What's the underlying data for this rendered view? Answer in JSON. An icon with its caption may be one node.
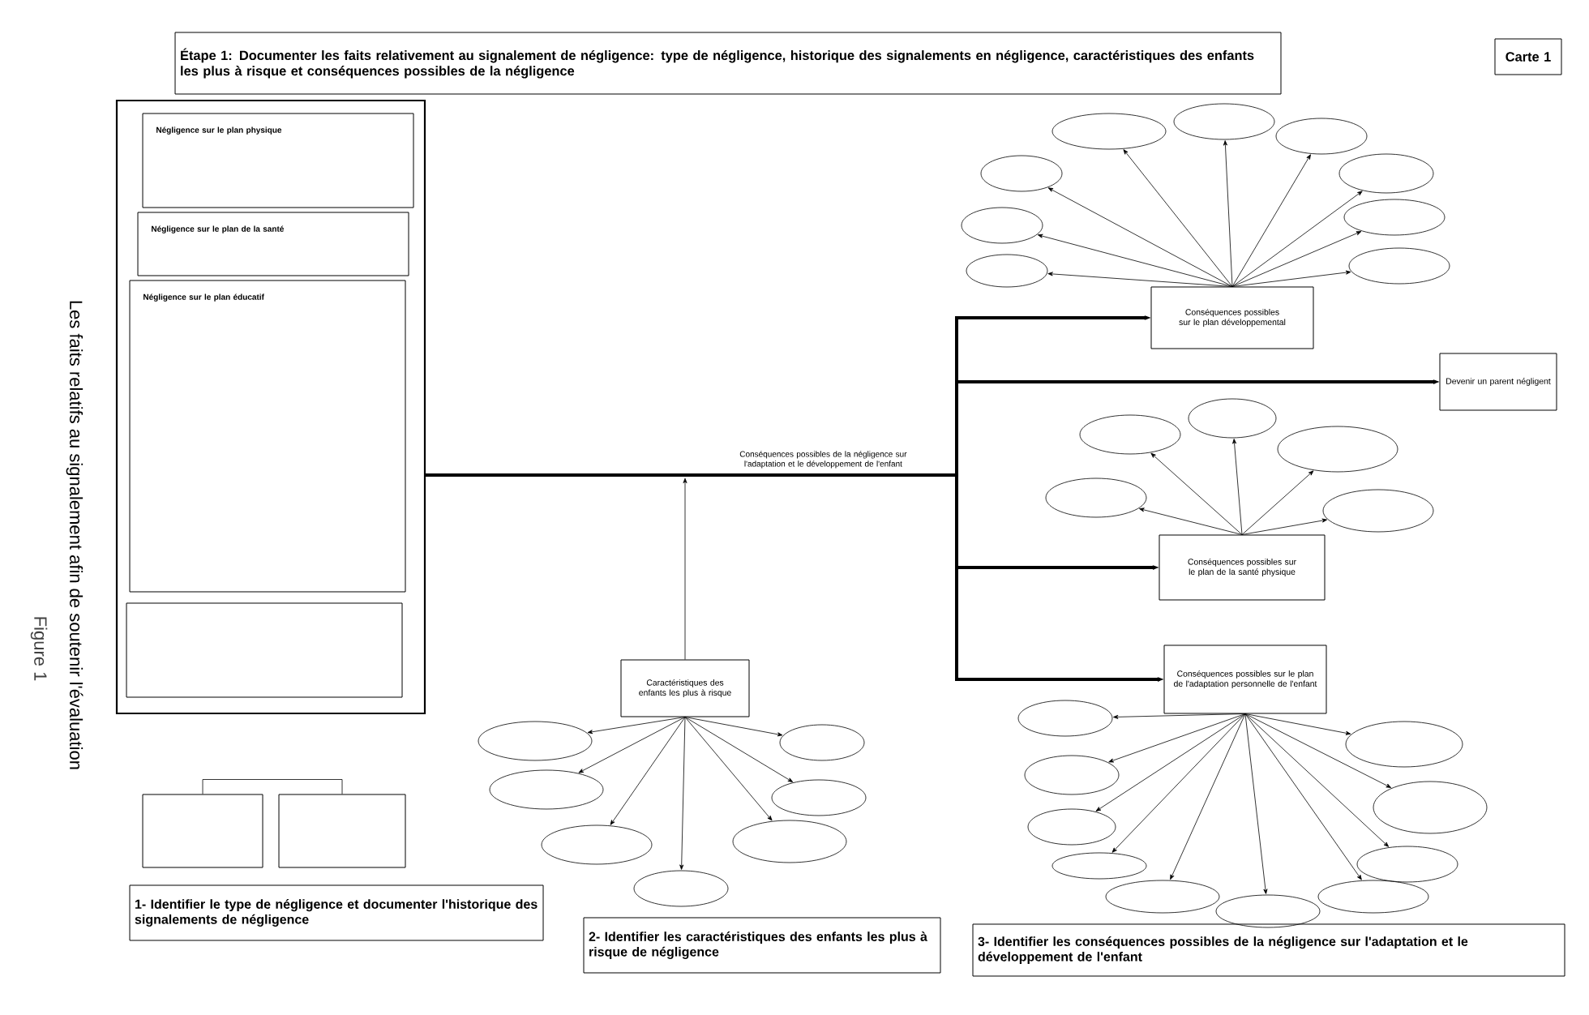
{
  "diagram": {
    "caption": "Figure 1",
    "nodes": [
      {
        "text": [
          "Étape 1: Documenter les faits relativement au signalement de négligence: type de négligence, historique des signalements en négligence, caractéristiques des enfants les plus à risque et conséquences possibles de la négligence"
        ]
      },
      {
        "text": [
          "Carte 1"
        ]
      },
      {
        "text": [],
        "shape": "box"
      },
      {
        "text": [
          "Négligence sur le plan physique"
        ],
        "in": 2
      },
      {
        "text": [
          "Négligence sur le plan de la santé"
        ],
        "in": 2
      },
      {
        "text": [
          "Négligence sur le plan éducatif"
        ],
        "in": 2
      },
      {
        "text": [],
        "shape": "box",
        "in": 2
      },
      {
        "text": [],
        "shape": "box"
      },
      {
        "text": [],
        "shape": "box"
      },
      {
        "text": [
          "1- Identifier le type de négligence et documenter l'historique des signalements de négligence"
        ]
      },
      {
        "text": [
          "Caractéristiques des enfants les plus à risque"
        ]
      },
      {
        "text": [],
        "shape": "ellipse"
      },
      {
        "text": [],
        "shape": "ellipse"
      },
      {
        "text": [],
        "shape": "ellipse"
      },
      {
        "text": [],
        "shape": "ellipse"
      },
      {
        "text": [],
        "shape": "ellipse"
      },
      {
        "text": [],
        "shape": "ellipse"
      },
      {
        "text": [],
        "shape": "ellipse"
      },
      {
        "text": [
          "Conséquences possibles sur le plan développemental"
        ]
      },
      {
        "text": [],
        "shape": "ellipse"
      },
      {
        "text": [],
        "shape": "ellipse"
      },
      {
        "text": [],
        "shape": "ellipse"
      },
      {
        "text": [],
        "shape": "ellipse"
      },
      {
        "text": [],
        "shape": "ellipse"
      },
      {
        "text": [],
        "shape": "ellipse"
      },
      {
        "text": [],
        "shape": "ellipse"
      },
      {
        "text": [],
        "shape": "ellipse"
      },
      {
        "text": [],
        "shape": "ellipse"
      },
      {
        "text": [
          "Devenir un parent négligent"
        ]
      },
      {
        "text": [
          "Conséquences possibles sur le plan de la santé physique"
        ]
      },
      {
        "text": [],
        "shape": "ellipse"
      },
      {
        "text": [],
        "shape": "ellipse"
      },
      {
        "text": [],
        "shape": "ellipse"
      },
      {
        "text": [],
        "shape": "ellipse"
      },
      {
        "text": [],
        "shape": "ellipse"
      },
      {
        "text": [
          "Conséquences possibles sur le plan de l'adaptation personnelle de l'enfant"
        ]
      },
      {
        "text": [],
        "shape": "ellipse"
      },
      {
        "text": [],
        "shape": "ellipse"
      },
      {
        "text": [],
        "shape": "ellipse"
      },
      {
        "text": [],
        "shape": "ellipse"
      },
      {
        "text": [],
        "shape": "ellipse"
      },
      {
        "text": [],
        "shape": "ellipse"
      },
      {
        "text": [],
        "shape": "ellipse"
      },
      {
        "text": [],
        "shape": "ellipse"
      },
      {
        "text": [],
        "shape": "ellipse"
      },
      {
        "text": [],
        "shape": "ellipse"
      },
      {
        "text": [
          "2- Identifier les caractéristiques des enfants les plus à risque de négligence"
        ]
      },
      {
        "text": [
          "3- Identifier les conséquences possibles de la négligence sur l'adaptation et le développement de l'enfant"
        ]
      }
    ],
    "edges": [
      {
        "from": 2,
        "to": 18,
        "arrow": "to",
        "style": "thick"
      },
      {
        "from": 2,
        "to": 28,
        "arrow": "to",
        "style": "thick"
      },
      {
        "from": 2,
        "to": 29,
        "arrow": "to",
        "style": "thick"
      },
      {
        "from": 2,
        "to": 35,
        "arrow": "to",
        "style": "thick"
      },
      {
        "from": 10,
        "to": null,
        "arrow": "to"
      },
      {
        "from": 7,
        "to": 8,
        "arrow": "none"
      },
      {
        "from": 10,
        "to": 11,
        "arrow": "to"
      },
      {
        "from": 10,
        "to": 12,
        "arrow": "to"
      },
      {
        "from": 10,
        "to": 13,
        "arrow": "to"
      },
      {
        "from": 10,
        "to": 14,
        "arrow": "to"
      },
      {
        "from": 10,
        "to": 15,
        "arrow": "to"
      },
      {
        "from": 10,
        "to": 16,
        "arrow": "to"
      },
      {
        "from": 10,
        "to": 17,
        "arrow": "to"
      },
      {
        "from": 18,
        "to": 19,
        "arrow": "to"
      },
      {
        "from": 18,
        "to": 20,
        "arrow": "to"
      },
      {
        "from": 18,
        "to": 21,
        "arrow": "to"
      },
      {
        "from": 18,
        "to": 22,
        "arrow": "to"
      },
      {
        "from": 18,
        "to": 23,
        "arrow": "to"
      },
      {
        "from": 18,
        "to": 24,
        "arrow": "to"
      },
      {
        "from": 18,
        "to": 25,
        "arrow": "to"
      },
      {
        "from": 18,
        "to": 26,
        "arrow": "to"
      },
      {
        "from": 18,
        "to": 27,
        "arrow": "to"
      },
      {
        "from": 29,
        "to": 30,
        "arrow": "to"
      },
      {
        "from": 29,
        "to": 31,
        "arrow": "to"
      },
      {
        "from": 29,
        "to": 32,
        "arrow": "to"
      },
      {
        "from": 29,
        "to": 33,
        "arrow": "to"
      },
      {
        "from": 29,
        "to": 34,
        "arrow": "to"
      },
      {
        "from": 35,
        "to": 36,
        "arrow": "to"
      },
      {
        "from": 35,
        "to": 37,
        "arrow": "to"
      },
      {
        "from": 35,
        "to": 38,
        "arrow": "to"
      },
      {
        "from": 35,
        "to": 39,
        "arrow": "to"
      },
      {
        "from": 35,
        "to": 40,
        "arrow": "to"
      },
      {
        "from": 35,
        "to": 41,
        "arrow": "to"
      },
      {
        "from": 35,
        "to": 42,
        "arrow": "to"
      },
      {
        "from": 35,
        "to": 43,
        "arrow": "to"
      },
      {
        "from": 35,
        "to": 44,
        "arrow": "to"
      },
      {
        "from": 35,
        "to": 45,
        "arrow": "to"
      }
    ],
    "labels": [
      "Les faits relatifs au signalement afin de soutenir l'évaluation",
      "Conséquences possibles de la négligence sur l'adaptation et le développement de l'enfant"
    ]
  }
}
